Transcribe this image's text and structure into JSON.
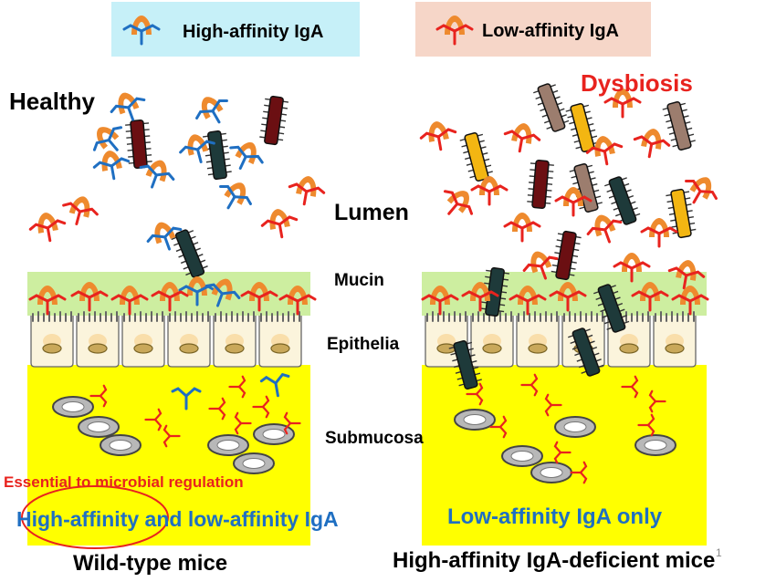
{
  "legend": {
    "high_affinity": "High-affinity IgA",
    "low_affinity": "Low-affinity IgA"
  },
  "labels": {
    "healthy": "Healthy",
    "dysbiosis": "Dysbiosis",
    "lumen": "Lumen",
    "mucin": "Mucin",
    "epithelia": "Epithelia",
    "submucosa": "Submucosa",
    "essential_note": "Essential to microbial regulation",
    "left_caption": "High-affinity and low-affinity IgA",
    "right_caption": "Low-affinity IgA only",
    "left_title": "Wild-type mice",
    "right_title": "High-affinity IgA-deficient mice",
    "slide_number": "1"
  },
  "colors": {
    "legend_left_bg": "#c6f0f8",
    "legend_right_bg": "#f6d6c8",
    "mucin": "#cdeea0",
    "submucosa": "#ffff00",
    "high_affinity_iga": "#1f6fc2",
    "low_affinity_iga": "#e8231e",
    "antigen": "#ee8a2e",
    "dysbiosis_text": "#e8231e",
    "caption_blue": "#1f6fc2",
    "note_red": "#e8231e"
  },
  "icons": {
    "high_affinity": "y-shaped-antibody-icon",
    "low_affinity": "y-shaped-antibody-icon",
    "bacteria": "rod-bacterium-icon",
    "cell": "plasma-cell-icon"
  }
}
